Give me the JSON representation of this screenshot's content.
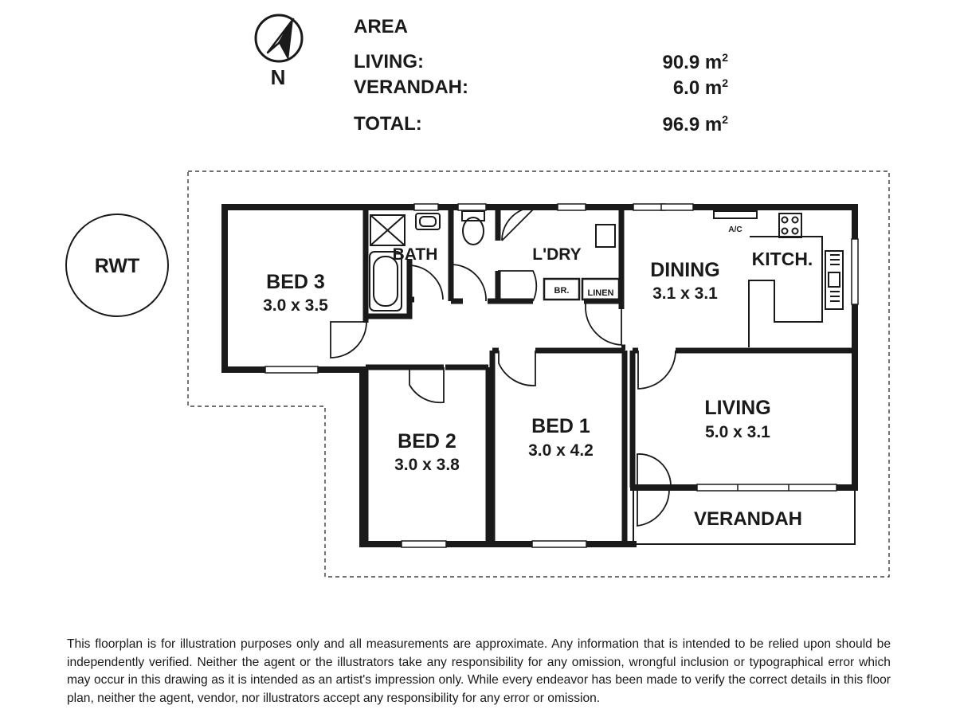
{
  "compass": {
    "letter": "N",
    "icon": "north-arrow-icon"
  },
  "area": {
    "title": "AREA",
    "rows": [
      {
        "label": "LIVING:",
        "value": "90.9 m",
        "unit": "2"
      },
      {
        "label": "VERANDAH:",
        "value": "6.0 m",
        "unit": "2"
      }
    ],
    "total": {
      "label": "TOTAL:",
      "value": "96.9 m",
      "unit": "2"
    }
  },
  "rwt": "RWT",
  "rooms": {
    "bed3": {
      "name": "BED 3",
      "size": "3.0 x 3.5"
    },
    "bath": {
      "name": "BATH"
    },
    "ldry": {
      "name": "L'DRY"
    },
    "br": {
      "name": "BR."
    },
    "linen": {
      "name": "LINEN"
    },
    "dining": {
      "name": "DINING",
      "size": "3.1 x 3.1"
    },
    "kitch": {
      "name": "KITCH."
    },
    "ac": {
      "name": "A/C"
    },
    "bed2": {
      "name": "BED 2",
      "size": "3.0 x 3.8"
    },
    "bed1": {
      "name": "BED 1",
      "size": "3.0 x 4.2"
    },
    "living": {
      "name": "LIVING",
      "size": "5.0 x 3.1"
    },
    "verandah": {
      "name": "VERANDAH"
    }
  },
  "disclaimer": "This floorplan is for illustration purposes only and all measurements are approximate. Any information that is intended to be relied upon should be independently verified. Neither the agent or the illustrators take any responsibility for any omission, wrongful inclusion or typographical error which may occur in this drawing as it is intended as an artist's impression only. While every endeavor has been made to verify the correct details in this floor plan, neither the agent, vendor, nor illustrators accept any responsibility for any error or omission.",
  "colors": {
    "ink": "#1a1a1a",
    "background": "#ffffff"
  }
}
